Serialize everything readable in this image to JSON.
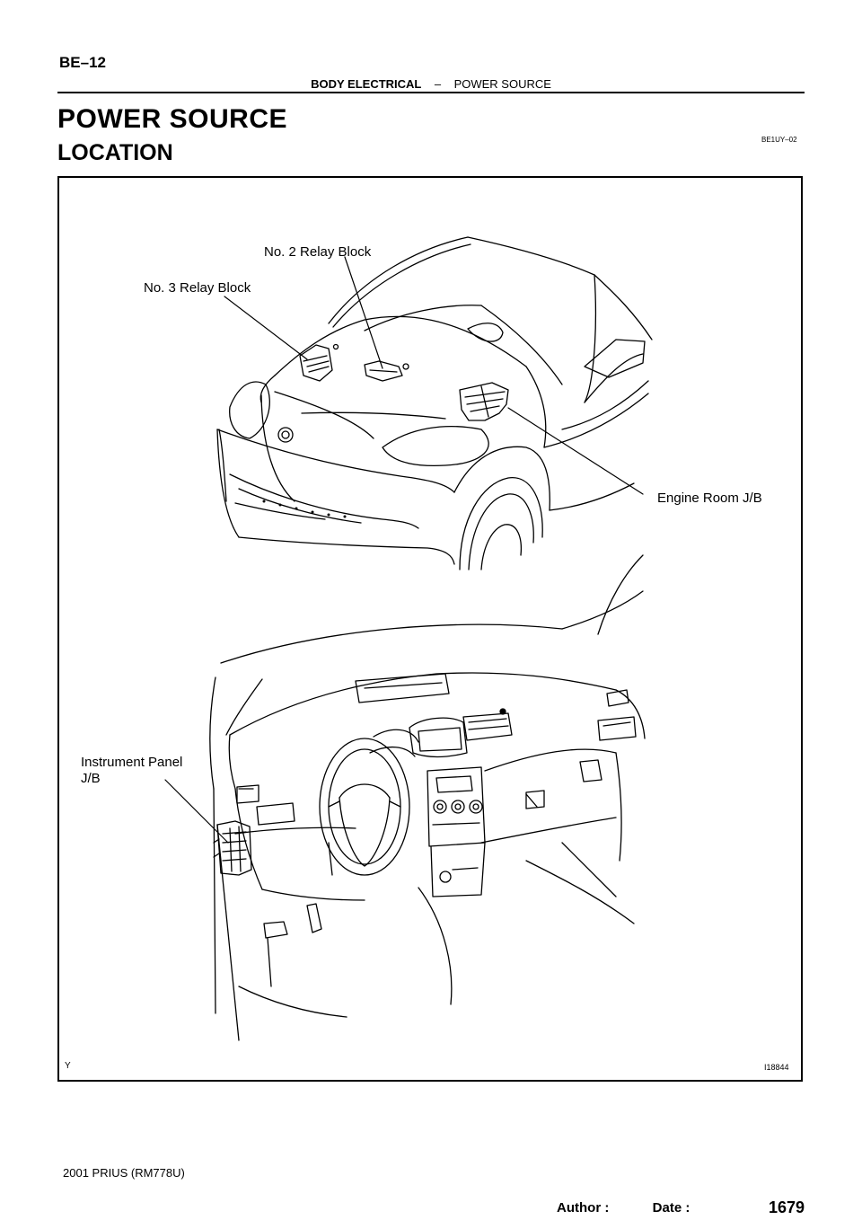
{
  "header": {
    "page_id": "BE–12",
    "section": "BODY ELECTRICAL",
    "separator": "–",
    "subsection": "POWER SOURCE"
  },
  "title": "POWER SOURCE",
  "subtitle": "LOCATION",
  "doc_code": "BE1UY–02",
  "figure": {
    "labels": {
      "relay_block_2": "No. 2 Relay Block",
      "relay_block_3": "No. 3 Relay Block",
      "engine_room_jb": "Engine Room J/B",
      "instrument_panel_line1": "Instrument Panel",
      "instrument_panel_line2": "J/B"
    },
    "corner_mark": "Y",
    "figure_id": "I18844"
  },
  "footer": {
    "model": "2001 PRIUS   (RM778U)",
    "author_label": "Author :",
    "date_label": "Date :",
    "page_number": "1679"
  }
}
